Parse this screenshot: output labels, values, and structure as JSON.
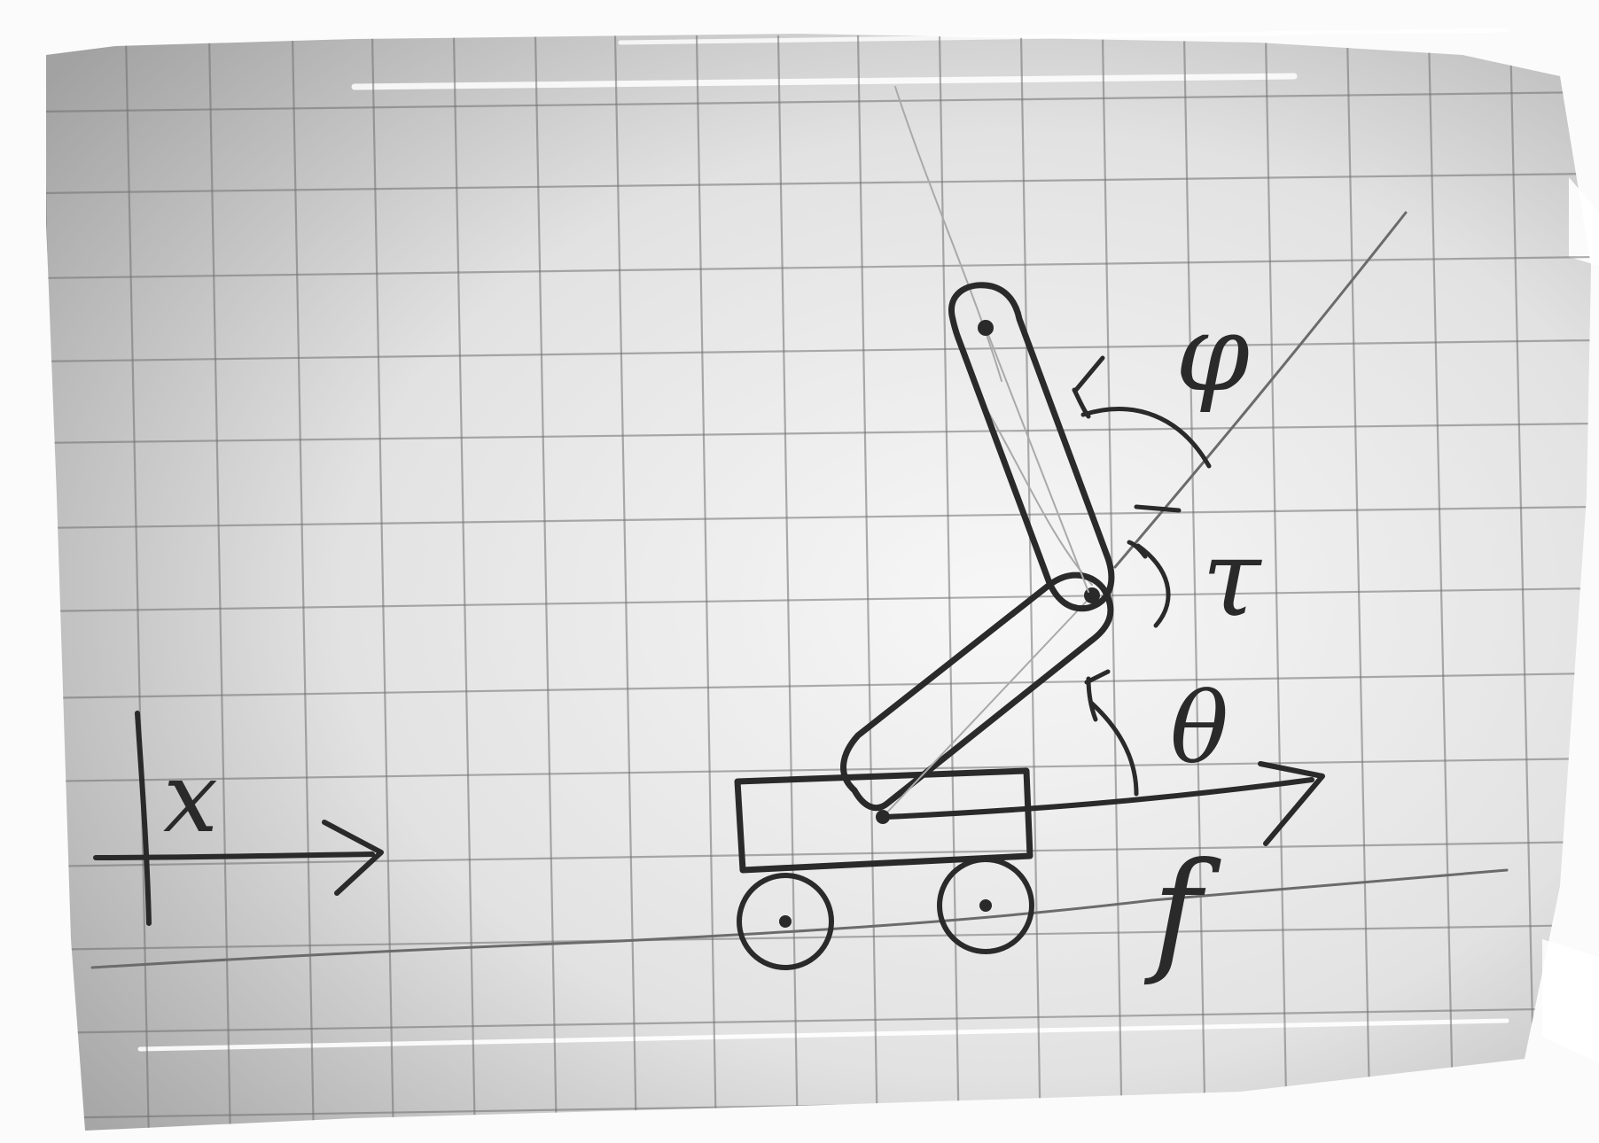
{
  "diagram": {
    "labels": {
      "position": "x",
      "force": "f",
      "angle_lower": "θ",
      "angle_upper": "φ",
      "torque": "τ"
    }
  }
}
